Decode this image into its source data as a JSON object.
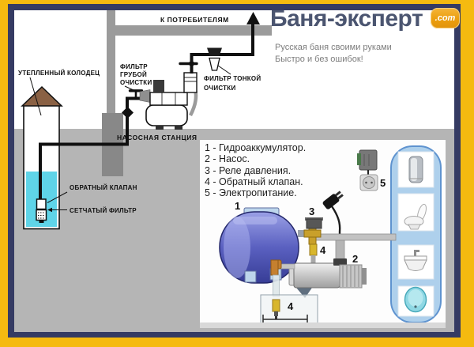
{
  "header": {
    "brand": "Баня-эксперт",
    "domain_badge": ".com",
    "tagline1": "Русская баня своими руками",
    "tagline2": "Быстро и без ошибок!"
  },
  "scheme": {
    "label_well": "УТЕПЛЕННЫЙ КОЛОДЕЦ",
    "label_coarse1": "ФИЛЬТР",
    "label_coarse2": "ГРУБОЙ",
    "label_coarse3": "ОЧИСТКИ",
    "label_consumers": "К ПОТРЕБИТЕЛЯМ",
    "label_fine1": "ФИЛЬТР ТОНКОЙ",
    "label_fine2": "ОЧИСТКИ",
    "label_station": "НАСОСНАЯ СТАНЦИЯ",
    "label_check_valve": "ОБРАТНЫЙ КЛАПАН",
    "label_mesh_filter": "СЕТЧАТЫЙ ФИЛЬТР"
  },
  "inset": {
    "legend": [
      "1 - Гидроаккумулятор.",
      "2 - Насос.",
      "3 - Реле давления.",
      "4 - Обратный клапан.",
      "5 - Электропитание."
    ],
    "marks": {
      "tank": "1",
      "pump": "2",
      "relay": "3",
      "valve_a": "4",
      "valve_b": "4",
      "power": "5"
    },
    "icons": [
      "water-heater",
      "toilet",
      "sink",
      "bathtub"
    ]
  },
  "colors": {
    "frame_yellow": "#f5ba10",
    "frame_navy": "#353b63",
    "ground_gray": "#b5b5b5",
    "water_cyan": "#5fd4e8",
    "roof_brown": "#8a6144",
    "tank_blue": "#5157b0",
    "panel_blue": "#aed0ec",
    "badge_orange": "#ec9f0e",
    "logo_text": "#4b5570"
  }
}
